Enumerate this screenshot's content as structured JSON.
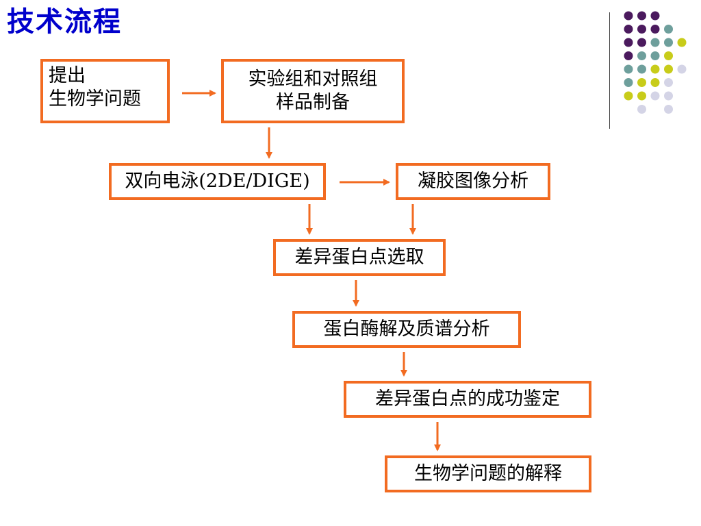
{
  "slide": {
    "title": "技术流程"
  },
  "colors": {
    "title": "#0000cc",
    "box_border": "#f26b21",
    "arrow": "#f26b21",
    "dot_purple": "#4b1a5e",
    "dot_teal": "#6e9f9c",
    "dot_yellow": "#c8cc1a",
    "dot_lavender": "#d4d4e6"
  },
  "flow": {
    "step1": {
      "line1": "提出",
      "line2": "生物学问题"
    },
    "step2": {
      "line1": "实验组和对照组",
      "line2": "样品制备"
    },
    "step3": {
      "label": "双向电泳(2DE/DIGE)"
    },
    "step4": {
      "label": "凝胶图像分析"
    },
    "step5": {
      "label": "差异蛋白点选取"
    },
    "step6": {
      "label": "蛋白酶解及质谱分析"
    },
    "step7": {
      "label": "差异蛋白点的成功鉴定"
    },
    "step8": {
      "label": "生物学问题的解释"
    }
  },
  "decor": {
    "dot_grid": [
      [
        "purple",
        "purple",
        "purple",
        null,
        null
      ],
      [
        "purple",
        "purple",
        "purple",
        "teal",
        null
      ],
      [
        "purple",
        "purple",
        "teal",
        "teal",
        "yellow"
      ],
      [
        "purple",
        "teal",
        "teal",
        "yellow",
        null
      ],
      [
        "teal",
        "teal",
        "yellow",
        "yellow",
        "lavender"
      ],
      [
        "teal",
        "yellow",
        "yellow",
        "lavender",
        null
      ],
      [
        "yellow",
        "yellow",
        "lavender",
        "lavender",
        null
      ],
      [
        null,
        "lavender",
        null,
        "lavender",
        null
      ]
    ]
  }
}
